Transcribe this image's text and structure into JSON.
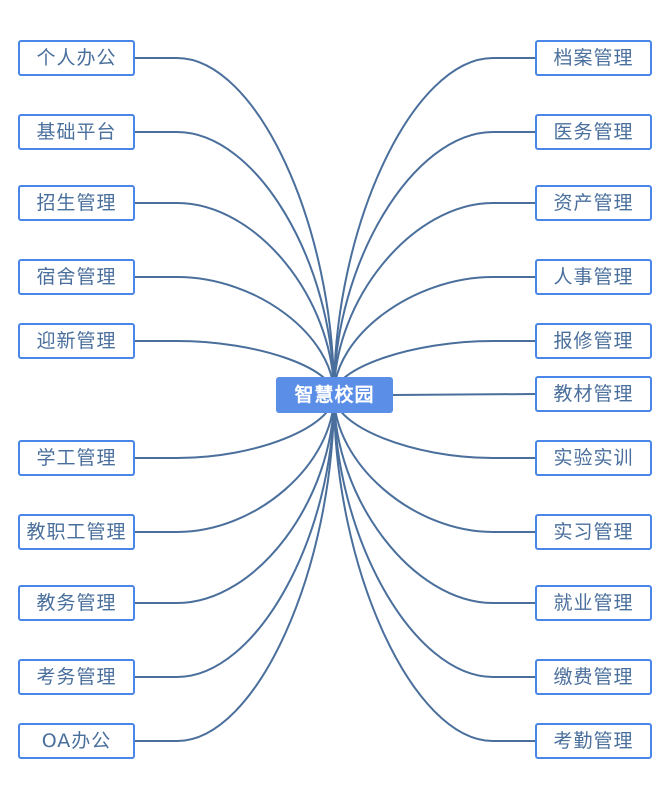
{
  "center": {
    "label": "智慧校园"
  },
  "left_nodes": [
    {
      "label": "个人办公"
    },
    {
      "label": "基础平台"
    },
    {
      "label": "招生管理"
    },
    {
      "label": "宿舍管理"
    },
    {
      "label": "迎新管理"
    },
    {
      "label": "学工管理"
    },
    {
      "label": "教职工管理"
    },
    {
      "label": "教务管理"
    },
    {
      "label": "考务管理"
    },
    {
      "label": "OA办公"
    }
  ],
  "right_nodes": [
    {
      "label": "档案管理"
    },
    {
      "label": "医务管理"
    },
    {
      "label": "资产管理"
    },
    {
      "label": "人事管理"
    },
    {
      "label": "报修管理"
    },
    {
      "label": "教材管理"
    },
    {
      "label": "实验实训"
    },
    {
      "label": "实习管理"
    },
    {
      "label": "就业管理"
    },
    {
      "label": "缴费管理"
    },
    {
      "label": "考勤管理"
    }
  ],
  "colors": {
    "line": "#4a6f9c",
    "node_border": "#4a86e8",
    "node_text": "#4a6f9c",
    "center_fill": "#5b8ee6",
    "center_text": "#ffffff"
  }
}
